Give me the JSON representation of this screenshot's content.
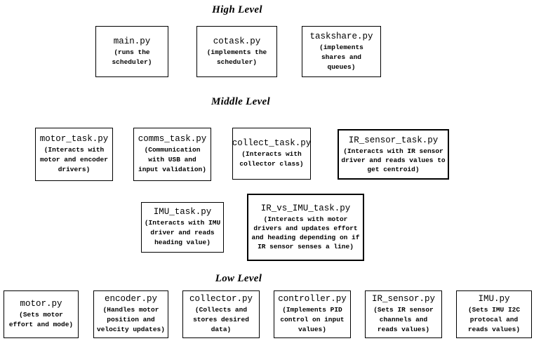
{
  "diagram": {
    "title_note": "Software architecture layer diagram",
    "sections": [
      {
        "id": "high",
        "label": "High Level"
      },
      {
        "id": "middle",
        "label": "Middle Level"
      },
      {
        "id": "low",
        "label": "Low Level"
      }
    ],
    "nodes": [
      {
        "id": "main",
        "section": "high",
        "title": "main.py",
        "desc": "(runs the\nscheduler)"
      },
      {
        "id": "cotask",
        "section": "high",
        "title": "cotask.py",
        "desc": "(implements the\nscheduler)"
      },
      {
        "id": "taskshare",
        "section": "high",
        "title": "taskshare.py",
        "desc": "(implements\nshares and\nqueues)"
      },
      {
        "id": "motor_task",
        "section": "middle",
        "title": "motor_task.py",
        "desc": "(Interacts with\nmotor and encoder\ndrivers)"
      },
      {
        "id": "comms_task",
        "section": "middle",
        "title": "comms_task.py",
        "desc": "(Communication\nwith USB and\ninput validation)"
      },
      {
        "id": "collect_task",
        "section": "middle",
        "title": "collect_task.py",
        "desc": "(Interacts with\ncollector class)"
      },
      {
        "id": "ir_sensor_task",
        "section": "middle",
        "title": "IR_sensor_task.py",
        "desc": "(Interacts with IR sensor\ndriver and reads values to\nget centroid)"
      },
      {
        "id": "imu_task",
        "section": "middle",
        "title": "IMU_task.py",
        "desc": "(Interacts with IMU\ndriver and reads\nheading value)"
      },
      {
        "id": "ir_vs_imu_task",
        "section": "middle",
        "title": "IR_vs_IMU_task.py",
        "desc": "(Interacts with motor\ndrivers and updates effort\nand heading depending on if\nIR sensor senses a line)"
      },
      {
        "id": "motor",
        "section": "low",
        "title": "motor.py",
        "desc": "(Sets motor\neffort and mode)"
      },
      {
        "id": "encoder",
        "section": "low",
        "title": "encoder.py",
        "desc": "(Handles motor\nposition and\nvelocity updates)"
      },
      {
        "id": "collector",
        "section": "low",
        "title": "collector.py",
        "desc": "(Collects and\nstores desired\ndata)"
      },
      {
        "id": "controller",
        "section": "low",
        "title": "controller.py",
        "desc": "(Implements PID\ncontrol on input\nvalues)"
      },
      {
        "id": "ir_sensor",
        "section": "low",
        "title": "IR_sensor.py",
        "desc": "(Sets IR sensor\nchannels and\nreads values)"
      },
      {
        "id": "imu",
        "section": "low",
        "title": "IMU.py",
        "desc": "(Sets IMU I2C\nprotocal and\nreads values)"
      }
    ]
  }
}
